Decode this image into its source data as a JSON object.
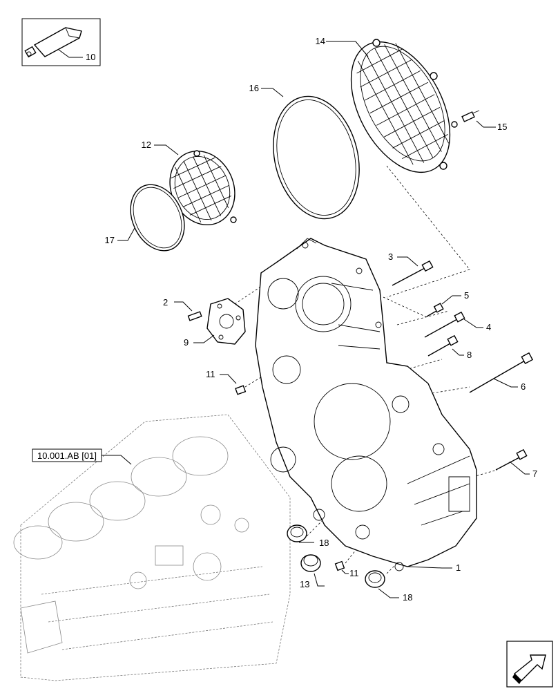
{
  "callouts": {
    "c1": "1",
    "c2": "2",
    "c3": "3",
    "c4": "4",
    "c5": "5",
    "c6": "6",
    "c7": "7",
    "c8": "8",
    "c9": "9",
    "c10": "10",
    "c11a": "11",
    "c11b": "11",
    "c12": "12",
    "c13": "13",
    "c14": "14",
    "c15": "15",
    "c16": "16",
    "c17": "17",
    "c18a": "18",
    "c18b": "18"
  },
  "reference": {
    "label": "10.001.AB [01]"
  },
  "icons": {
    "tube": "grease-tube-icon",
    "nav": "navigation-arrow-icon"
  }
}
